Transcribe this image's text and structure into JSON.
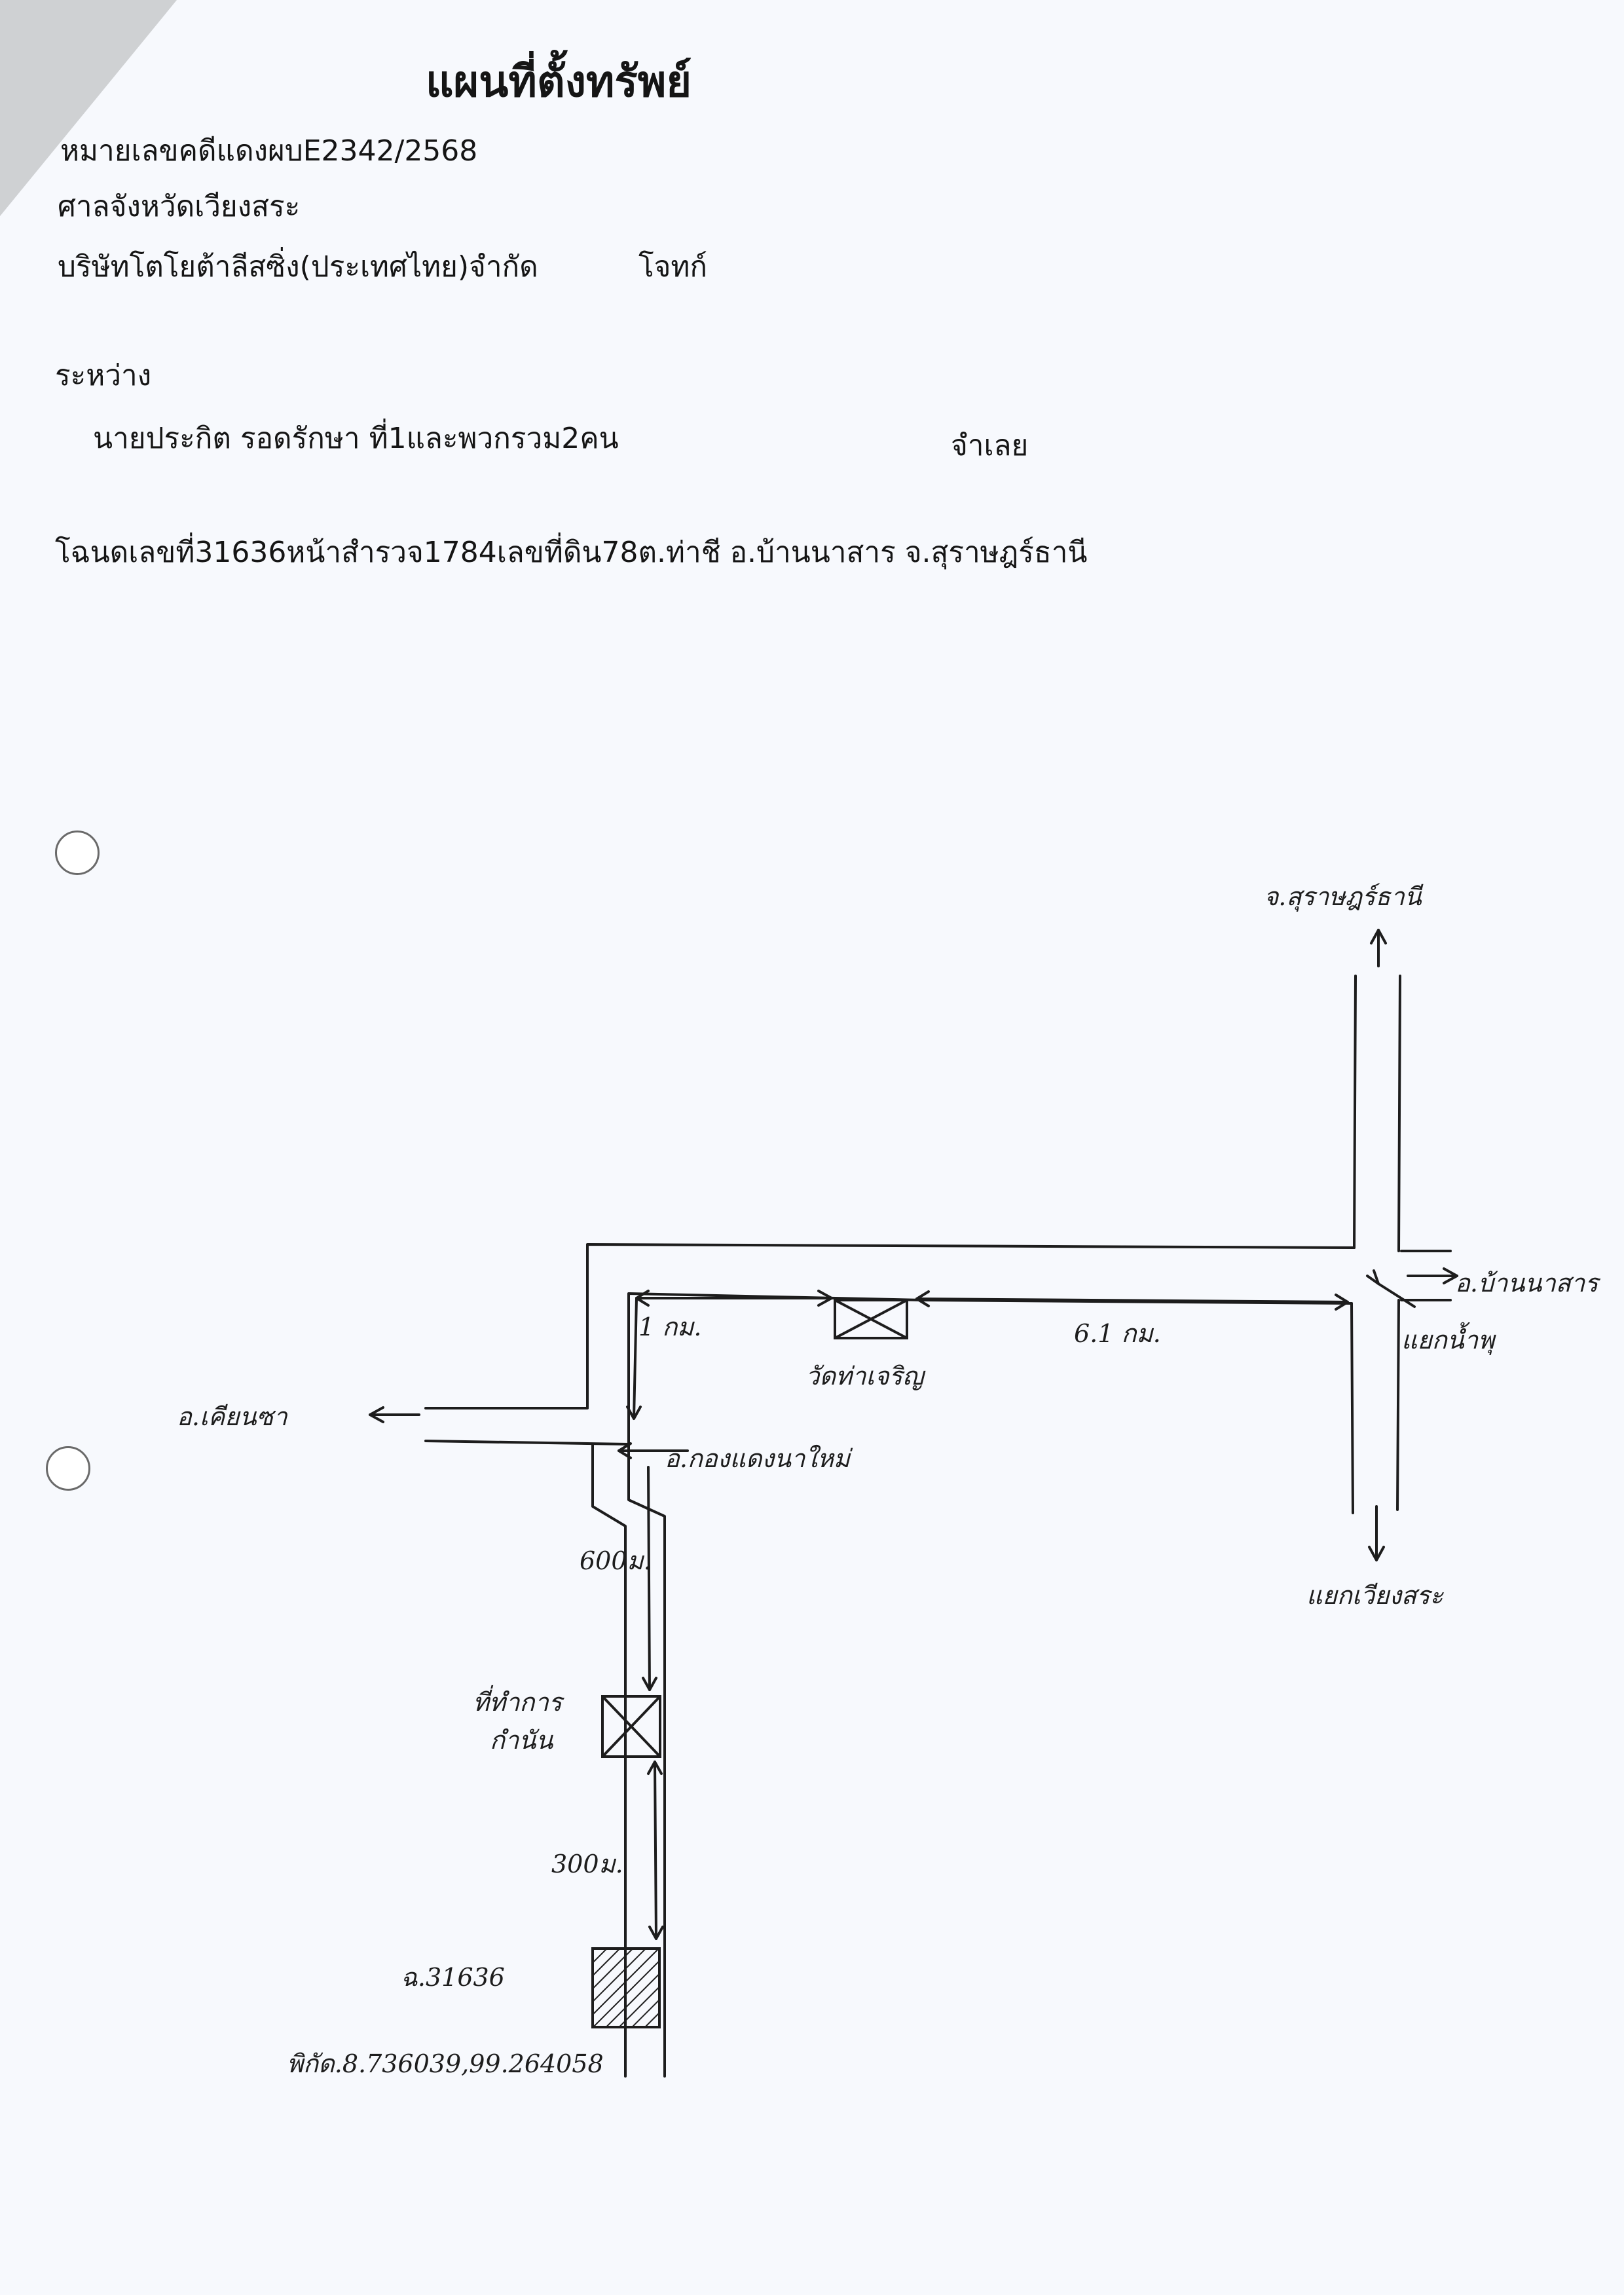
{
  "header": {
    "title": "แผนที่ตั้งทรัพย์",
    "case_number": "หมายเลขคดีแดงผบE2342/2568",
    "court": "ศาลจังหวัดเวียงสระ",
    "plaintiff_name": "บริษัทโตโยต้าลีสซิ่ง(ประเทศไทย)จำกัด",
    "plaintiff_role": "โจทก์",
    "between": "ระหว่าง",
    "defendant_name": "นายประกิต รอดรักษา ที่1และพวกรวม2คน",
    "defendant_role": "จำเลย",
    "deed": "โฉนดเลขที่31636หน้าสำรวจ1784เลขที่ดิน78ต.ท่าชี อ.บ้านนาสาร จ.สุราษฎร์ธานี"
  },
  "map": {
    "labels": {
      "to_surat": "จ.สุราษฎร์ธานี",
      "to_bannasan": "อ.บ้านนาสาร",
      "khaen_junction": "แยกน้ำพุ",
      "to_wiangsa": "แยกเวียงสระ",
      "to_khian_sa": "อ.เคียนซา",
      "dist_1km": "1 กม.",
      "dist_61km": "6.1 กม.",
      "temple": "วัดท่าเจริญ",
      "junction_school": "อ.กองแดงนาใหม่",
      "dist_600m": "600ม.",
      "office_line1": "ที่ทำการ",
      "office_line2": "กำนัน",
      "dist_300m": "300ม.",
      "deed_no": "ฉ.31636",
      "coords": "พิกัด.8.736039,99.264058"
    }
  }
}
